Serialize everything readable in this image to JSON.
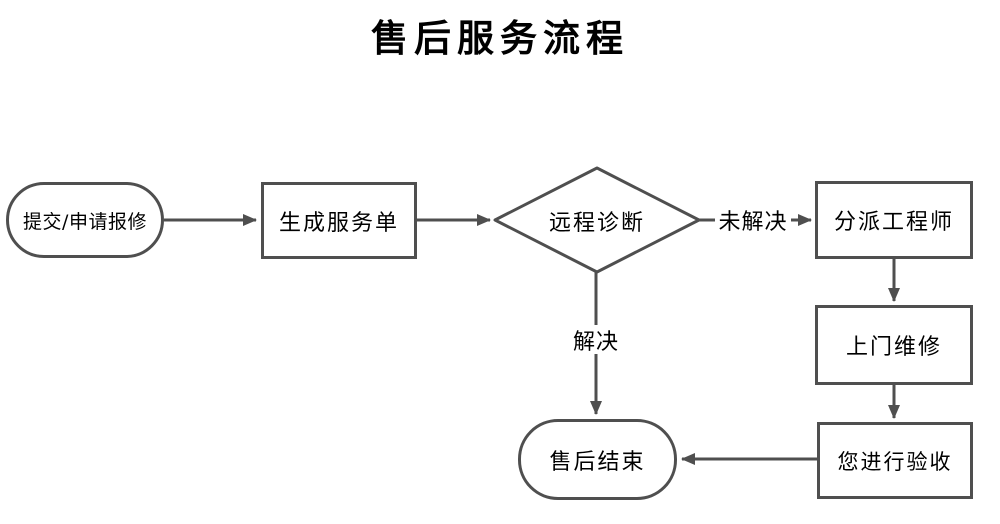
{
  "title": "售后服务流程",
  "colors": {
    "stroke": "#4f4f4f",
    "text": "#000000",
    "background": "#ffffff"
  },
  "nodes": {
    "submit": {
      "label": "提交/申请报修",
      "shape": "terminator"
    },
    "ticket": {
      "label": "生成服务单",
      "shape": "process"
    },
    "diagnosis": {
      "label": "远程诊断",
      "shape": "decision"
    },
    "dispatch": {
      "label": "分派工程师",
      "shape": "process"
    },
    "onsite": {
      "label": "上门维修",
      "shape": "process"
    },
    "acceptance": {
      "label": "您进行验收",
      "shape": "process"
    },
    "end": {
      "label": "售后结束",
      "shape": "terminator"
    }
  },
  "edges": [
    {
      "from": "submit",
      "to": "ticket",
      "label": ""
    },
    {
      "from": "ticket",
      "to": "diagnosis",
      "label": ""
    },
    {
      "from": "diagnosis",
      "to": "dispatch",
      "label": "未解决"
    },
    {
      "from": "dispatch",
      "to": "onsite",
      "label": ""
    },
    {
      "from": "onsite",
      "to": "acceptance",
      "label": ""
    },
    {
      "from": "acceptance",
      "to": "end",
      "label": ""
    },
    {
      "from": "diagnosis",
      "to": "end",
      "label": "解决"
    }
  ]
}
